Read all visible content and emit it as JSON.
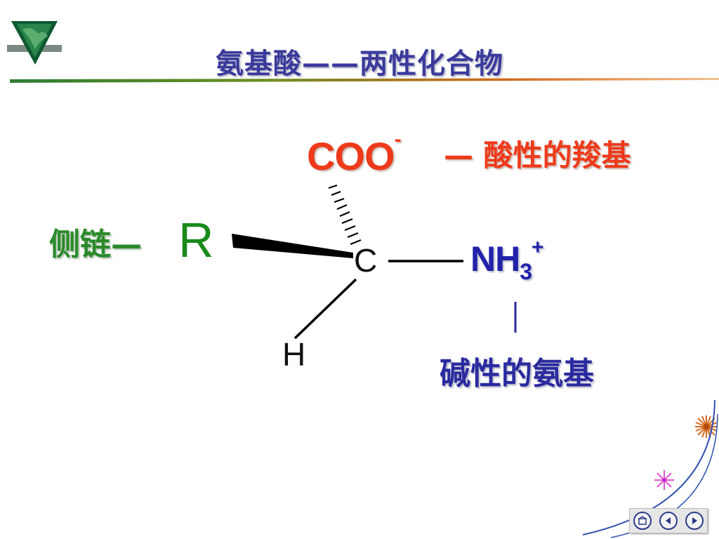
{
  "slide": {
    "title": "氨基酸——两性化合物"
  },
  "molecule": {
    "carboxyl_group": "COO",
    "carboxyl_charge": "-",
    "carboxyl_label": "— 酸性的羧基",
    "side_chain_label": "侧链—",
    "r_group": "R",
    "center_atom": "C",
    "hydrogen_atom": "H",
    "amino_n": "NH",
    "amino_subscript": "3",
    "amino_charge": "+",
    "amino_label": "碱性的氨基"
  },
  "colors": {
    "title": "#3a3a9c",
    "acid": "#ee3a1a",
    "side_chain": "#2a8a2a",
    "base": "#2222aa",
    "bonds": "#000000"
  },
  "icons": {
    "logo": "green-triangle-logo-icon",
    "decoration_orange": "orange-starburst-icon",
    "decoration_pink": "pink-starburst-icon",
    "nav_home": "home-icon",
    "nav_prev": "previous-arrow-icon",
    "nav_next": "next-arrow-icon"
  }
}
